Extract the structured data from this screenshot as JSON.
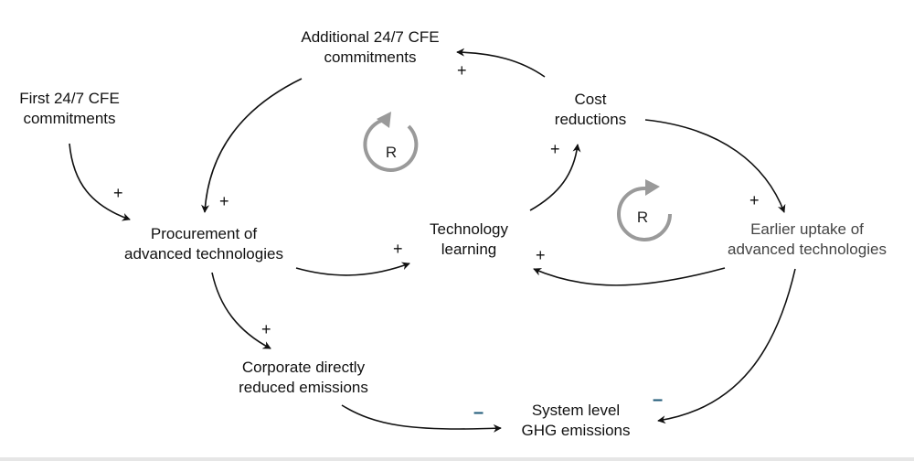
{
  "nodes": {
    "first_commitments": {
      "line1": "First 24/7 CFE",
      "line2": "commitments"
    },
    "additional_commitments": {
      "line1": "Additional 24/7 CFE",
      "line2": "commitments"
    },
    "cost_reductions": {
      "line1": "Cost",
      "line2": "reductions"
    },
    "procurement": {
      "line1": "Procurement of",
      "line2": "advanced technologies"
    },
    "technology_learning": {
      "line1": "Technology",
      "line2": "learning"
    },
    "earlier_uptake": {
      "line1": "Earlier uptake of",
      "line2": "advanced technologies"
    },
    "corporate_reduced": {
      "line1": "Corporate directly",
      "line2": "reduced emissions"
    },
    "system_ghg": {
      "line1": "System level",
      "line2": "GHG emissions"
    }
  },
  "polarity": {
    "positive": "+",
    "negative": "–"
  },
  "loops": {
    "left": "R",
    "right": "R"
  },
  "colors": {
    "arrow": "#111111",
    "loop_symbol": "#9a9a9a",
    "negative_sign": "#1f5a78"
  }
}
